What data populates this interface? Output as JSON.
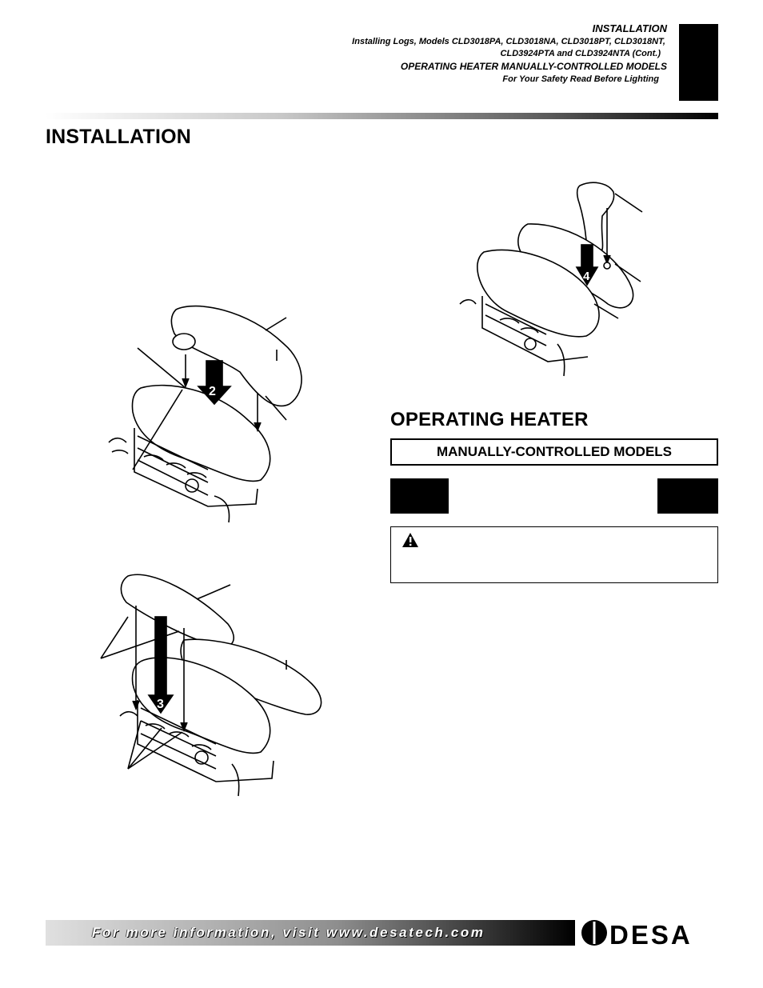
{
  "header": {
    "line1": "INSTALLATION",
    "line2": "Installing Logs, Models CLD3018PA, CLD3018NA, CLD3018PT, CLD3018NT,",
    "line3": "CLD3924PTA and CLD3924NTA (Cont.)",
    "line4": "OPERATING HEATER MANUALLY-CONTROLLED MODELS",
    "line5": "For Your Safety Read Before Lighting"
  },
  "sections": {
    "installation_title": "INSTALLATION",
    "operating_title": "OPERATING HEATER",
    "manual_subtitle": "MANUALLY-CONTROLLED MODELS"
  },
  "figures": {
    "step2_label": "2",
    "step3_label": "3",
    "step4_label": "4"
  },
  "footer": {
    "info_text": "For more information, visit www.desatech.com",
    "logo_text": "DESA"
  }
}
